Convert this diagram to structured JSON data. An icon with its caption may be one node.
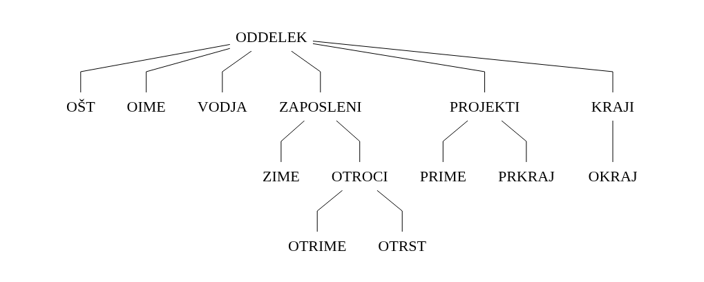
{
  "diagram": {
    "nodes": [
      {
        "text": [
          "ODDELEK"
        ]
      },
      {
        "text": [
          "OŠT"
        ]
      },
      {
        "text": [
          "OIME"
        ]
      },
      {
        "text": [
          "VODJA"
        ]
      },
      {
        "text": [
          "ZAPOSLENI"
        ]
      },
      {
        "text": [
          "PROJEKTI"
        ]
      },
      {
        "text": [
          "KRAJI"
        ]
      },
      {
        "text": [
          "ZIME"
        ]
      },
      {
        "text": [
          "OTROCI"
        ]
      },
      {
        "text": [
          "PRIME"
        ]
      },
      {
        "text": [
          "PRKRAJ"
        ]
      },
      {
        "text": [
          "OKRAJ"
        ]
      },
      {
        "text": [
          "OTRIME"
        ]
      },
      {
        "text": [
          "OTRST"
        ]
      }
    ],
    "edges": [
      {
        "from": 0,
        "to": 1,
        "arrow": "none"
      },
      {
        "from": 0,
        "to": 2,
        "arrow": "none"
      },
      {
        "from": 0,
        "to": 3,
        "arrow": "none"
      },
      {
        "from": 0,
        "to": 4,
        "arrow": "none"
      },
      {
        "from": 0,
        "to": 5,
        "arrow": "none"
      },
      {
        "from": 0,
        "to": 6,
        "arrow": "none"
      },
      {
        "from": 4,
        "to": 7,
        "arrow": "none"
      },
      {
        "from": 4,
        "to": 8,
        "arrow": "none"
      },
      {
        "from": 5,
        "to": 9,
        "arrow": "none"
      },
      {
        "from": 5,
        "to": 10,
        "arrow": "none"
      },
      {
        "from": 6,
        "to": 11,
        "arrow": "none"
      },
      {
        "from": 8,
        "to": 12,
        "arrow": "none"
      },
      {
        "from": 8,
        "to": 13,
        "arrow": "none"
      }
    ]
  }
}
